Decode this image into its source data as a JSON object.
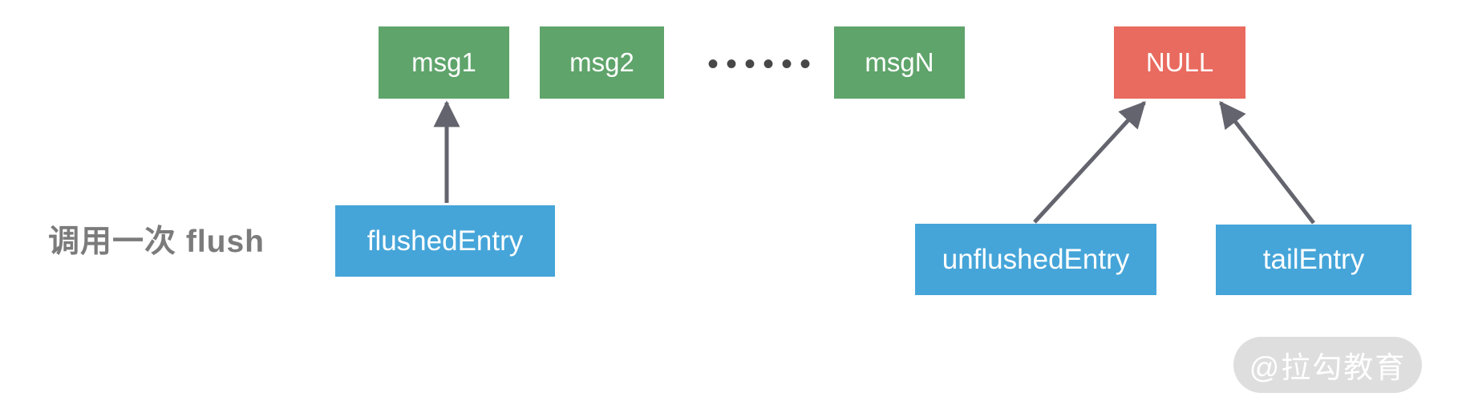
{
  "diagram": {
    "caption": "调用一次 flush",
    "watermark": "@拉勾教育",
    "ellipsis": "••••••",
    "nodes": {
      "msg1": {
        "label": "msg1",
        "type": "message"
      },
      "msg2": {
        "label": "msg2",
        "type": "message"
      },
      "msgN": {
        "label": "msgN",
        "type": "message"
      },
      "null_node": {
        "label": "NULL",
        "type": "terminator"
      },
      "flushedEntry": {
        "label": "flushedEntry",
        "type": "pointer"
      },
      "unflushedEntry": {
        "label": "unflushedEntry",
        "type": "pointer"
      },
      "tailEntry": {
        "label": "tailEntry",
        "type": "pointer"
      }
    },
    "edges": [
      {
        "from": "flushedEntry",
        "to": "msg1"
      },
      {
        "from": "unflushedEntry",
        "to": "NULL"
      },
      {
        "from": "tailEntry",
        "to": "NULL"
      }
    ],
    "colors": {
      "message_box": "#5FA46B",
      "terminator_box": "#E96A5E",
      "pointer_box": "#45A5D9",
      "box_text": "#FFFFFF",
      "arrow": "#64646E",
      "ellipsis_dots": "#474747",
      "caption_text": "#7B7B7B",
      "watermark_bg": "#DEDEDE",
      "watermark_text": "#FFFFFF",
      "background": "#FFFFFF"
    }
  }
}
